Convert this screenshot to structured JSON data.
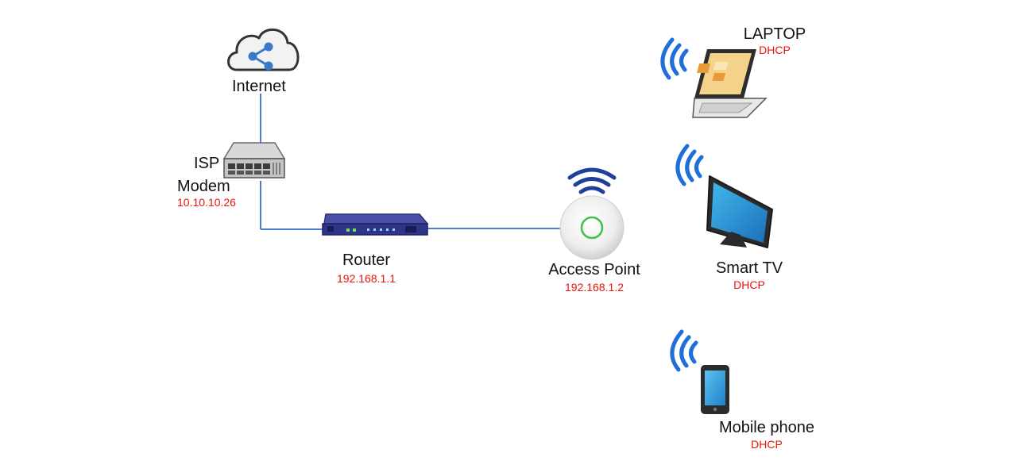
{
  "colors": {
    "link": "#4a7fd0",
    "wifi": "#1e6fd8",
    "ip_text": "#e8140c",
    "label_text": "#111111"
  },
  "nodes": {
    "internet": {
      "label": "Internet",
      "icon": "cloud-share-icon"
    },
    "modem": {
      "label_line1": "ISP",
      "label_line2": "Modem",
      "ip": "10.10.10.26",
      "icon": "modem-icon"
    },
    "router": {
      "label": "Router",
      "ip": "192.168.1.1",
      "icon": "router-icon"
    },
    "access_point": {
      "label": "Access Point",
      "ip": "192.168.1.2",
      "icon": "access-point-icon"
    },
    "laptop": {
      "label": "LAPTOP",
      "ip": "DHCP",
      "icon": "laptop-icon"
    },
    "smart_tv": {
      "label": "Smart TV",
      "ip": "DHCP",
      "icon": "tv-icon"
    },
    "mobile": {
      "label": "Mobile phone",
      "ip": "DHCP",
      "icon": "phone-icon"
    }
  }
}
